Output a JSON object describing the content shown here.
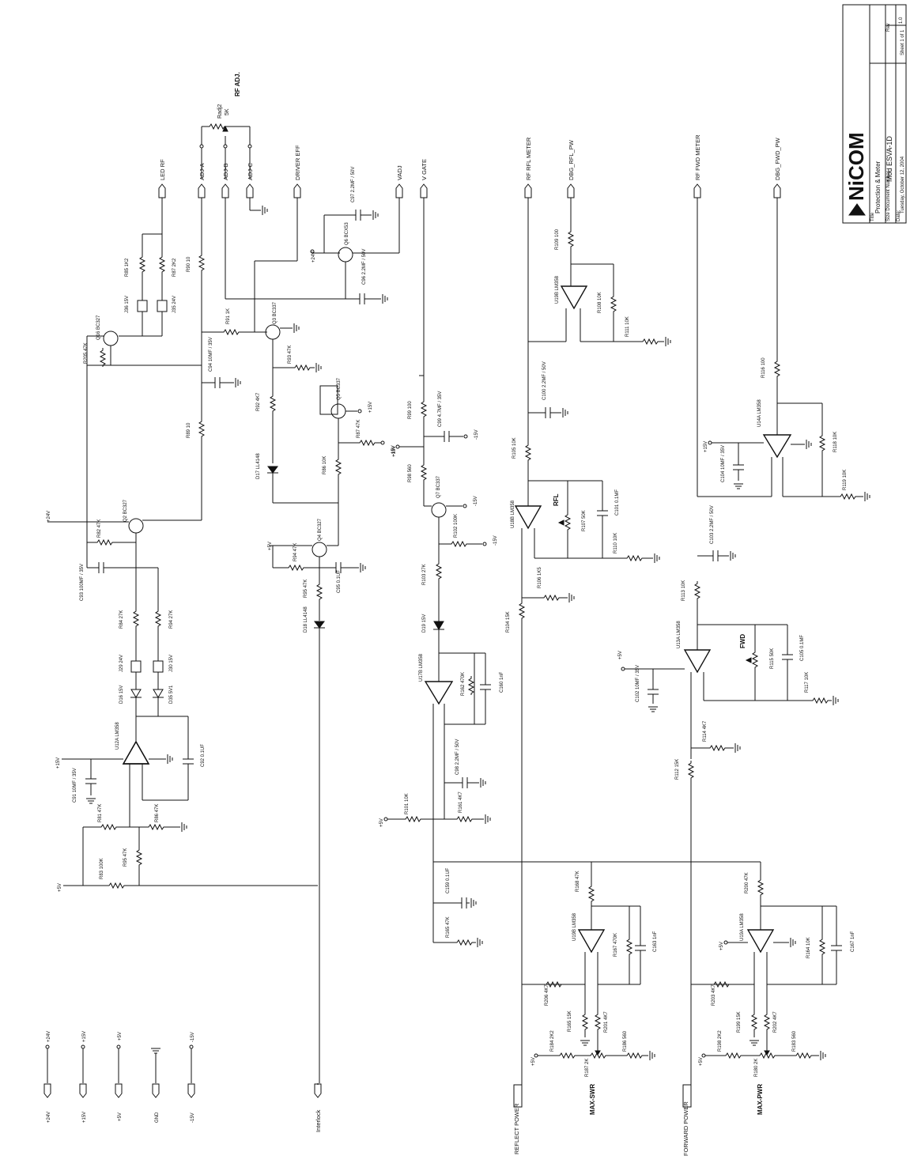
{
  "title_block": {
    "company": "NiCOM",
    "title_label": "Title",
    "title": "Protection & Meter",
    "doc_label": "Size  Document Number",
    "doc_number": "Mod ESVA-1D",
    "rev_label": "Rev",
    "rev": "1.0",
    "date_label": "Date:",
    "date": "Tuesday, October 12, 2004",
    "sheet_label": "Sheet 1 of 1"
  },
  "ports": {
    "led_rf": "LED RF",
    "adj_a": "ADJ-A",
    "adj_b": "ADJ-B",
    "adj_c": "ADJ-C",
    "driver_eff": "DRIVER EFF",
    "vadj": "VADJ",
    "v_gate": "V GATE",
    "rf_rfl_meter": "RF RFL METER",
    "dbg_rfl_pw": "DBG_RFL_PW",
    "rf_fwd_meter": "RF FWD METER",
    "dbg_fwd_pw": "DBG_FWD_PW",
    "interlock": "Interlock",
    "reflect_power": "REFLECT POWER",
    "forward_power": "FORWARD POWER"
  },
  "labels": {
    "rf_adj": "RF ADJ.",
    "rfl": "RFL",
    "fwd": "FWD",
    "max_swr": "MAX-SWR",
    "max_pwr": "MAX-PWR",
    "v24": "+24V",
    "v15": "+15V",
    "v5": "+5V",
    "vneg15": "-15V"
  },
  "components": {
    "radj2": "Radj2",
    "radj2_value": "5K",
    "r85": "R85 1K2",
    "r87": "R87 2K2",
    "j36": "J36 15V",
    "j35": "J35 24V",
    "q16": "Q16 BC327",
    "r205": "R205 47K",
    "r90": "R90 10",
    "r89": "R89 10",
    "q2": "Q2 BC327",
    "r82": "R82 47K",
    "c93": "C93 100MF / 35V",
    "r84": "R84 27K",
    "r94": "R94 27K",
    "j29": "J29 24V",
    "j30": "J30 15V",
    "d16": "D16 15V",
    "d35": "D35 5V1",
    "u12a": "U12A LM358",
    "c92": "C92 0.1UF",
    "c91": "C91 10MF / 35V",
    "r81": "R81 47K",
    "r86": "R86 47K",
    "r95": "R95 47K",
    "r83": "R83 100K",
    "r91": "R91 1K",
    "q3": "Q3 BC337",
    "c94": "C94 10MF / 35V",
    "r93": "R93 47K",
    "r92": "R92 4K7",
    "d17": "D17 LL4148",
    "q5": "Q5 BC337",
    "r87b": "R87 47K",
    "r86b": "R86 10K",
    "q4": "Q4 BC327",
    "r94b": "R94 47K",
    "c95": "C95 0.1UF",
    "r95b": "R95 47K",
    "d18": "D18 LL4148",
    "q6": "Q6 BCX53",
    "c97": "C97 2.2MF / 50V",
    "c96": "C96 2.2MF / 50V",
    "r99": "R99 100",
    "c99": "C99 4.7MF / 35V",
    "r98": "R98 560",
    "q7": "Q7 BC337",
    "r102": "R102 100K",
    "r103": "R103 27K",
    "d19": "D19 15V",
    "u17b": "U17B LM358",
    "r162": "R162 470K",
    "c160": "C160 1nF",
    "c98": "C98 2.2MF / 50V",
    "r101": "R101 10K",
    "r161": "R161 4K7",
    "r109": "R109 100",
    "u19b": "U19B LM358",
    "r108": "R108 10K",
    "r111": "R111 10K",
    "c100": "C100 2.2MF / 50V",
    "r105": "R105 10K",
    "u18b": "U18B LM358",
    "c101": "C101 0.1MF",
    "r107": "R107 50K",
    "r110": "R110 10K",
    "r106": "R106 1K5",
    "r104": "R104 15K",
    "r116": "R116 100",
    "u14a": "U14A LM358",
    "r118": "R118 10K",
    "c104": "C104 10MF / 35V",
    "r119": "R119 10K",
    "c103": "C103 2.2MF / 50V",
    "r113": "R113 10K",
    "u13a": "U13A LM358",
    "c105": "C105 0.1MF",
    "r115": "R115 50K",
    "r117": "R117 10K",
    "c102": "C102 10MF / 35V",
    "r114": "R114 4K7",
    "r112": "R112 15K",
    "c159": "C159 0.1UF",
    "r165": "R165 47K",
    "r168": "R168 47K",
    "u19b2": "U19B LM358",
    "c163": "C163 1nF",
    "r167": "R167 470K",
    "r165b": "R165 15K",
    "r201": "R201 4K7",
    "r206": "R206 4K7",
    "r184": "R184 2K2",
    "r186": "R186 560",
    "r187": "R187 2K",
    "r200": "R200 47K",
    "u19a": "U19A LM358",
    "c167": "C167 1nF",
    "r164": "R164 10K",
    "r203": "R203 4K7",
    "r199": "R199 15K",
    "r202": "R202 4K7",
    "r198": "R198 2K2",
    "r183": "R183 560",
    "r180": "R180 2K"
  },
  "rails": [
    {
      "name": "+24V"
    },
    {
      "name": "+15V"
    },
    {
      "name": "+5V"
    },
    {
      "name": "GND"
    },
    {
      "name": "-15V"
    }
  ]
}
